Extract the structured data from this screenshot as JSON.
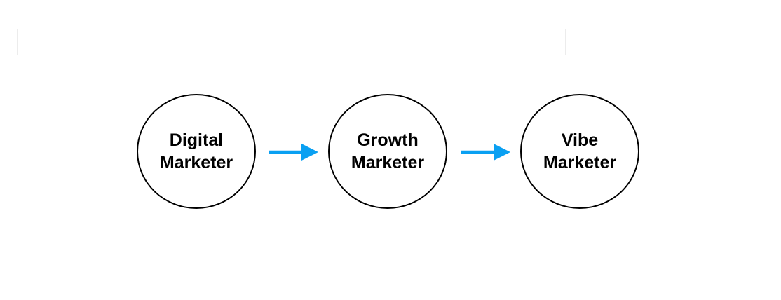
{
  "colors": {
    "arrow": "#0aa0f2",
    "node_border": "#000000",
    "text": "#000000",
    "grid_line": "#ececec"
  },
  "nodes": [
    {
      "line1": "Digital",
      "line2": "Marketer"
    },
    {
      "line1": "Growth",
      "line2": "Marketer"
    },
    {
      "line1": "Vibe",
      "line2": "Marketer"
    }
  ],
  "arrows": [
    {
      "from": "Digital Marketer",
      "to": "Growth Marketer",
      "icon": "arrow-right-icon"
    },
    {
      "from": "Growth Marketer",
      "to": "Vibe Marketer",
      "icon": "arrow-right-icon"
    }
  ]
}
